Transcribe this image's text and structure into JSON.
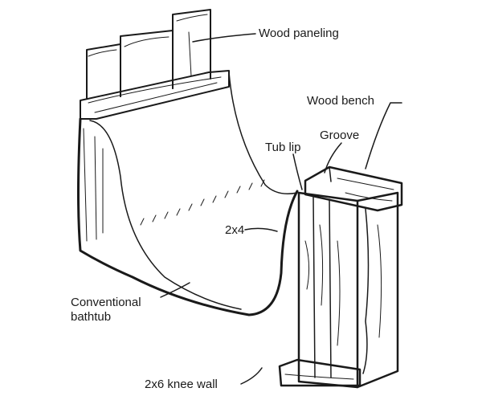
{
  "diagram": {
    "labels": {
      "wood_paneling": "Wood paneling",
      "wood_bench": "Wood bench",
      "groove": "Groove",
      "tub_lip": "Tub lip",
      "two_by_four": "2x4",
      "bathtub_line1": "Conventional",
      "bathtub_line2": "bathtub",
      "knee_wall": "2x6 knee wall"
    },
    "colors": {
      "ink": "#1a1a1a",
      "paper": "#ffffff"
    }
  }
}
